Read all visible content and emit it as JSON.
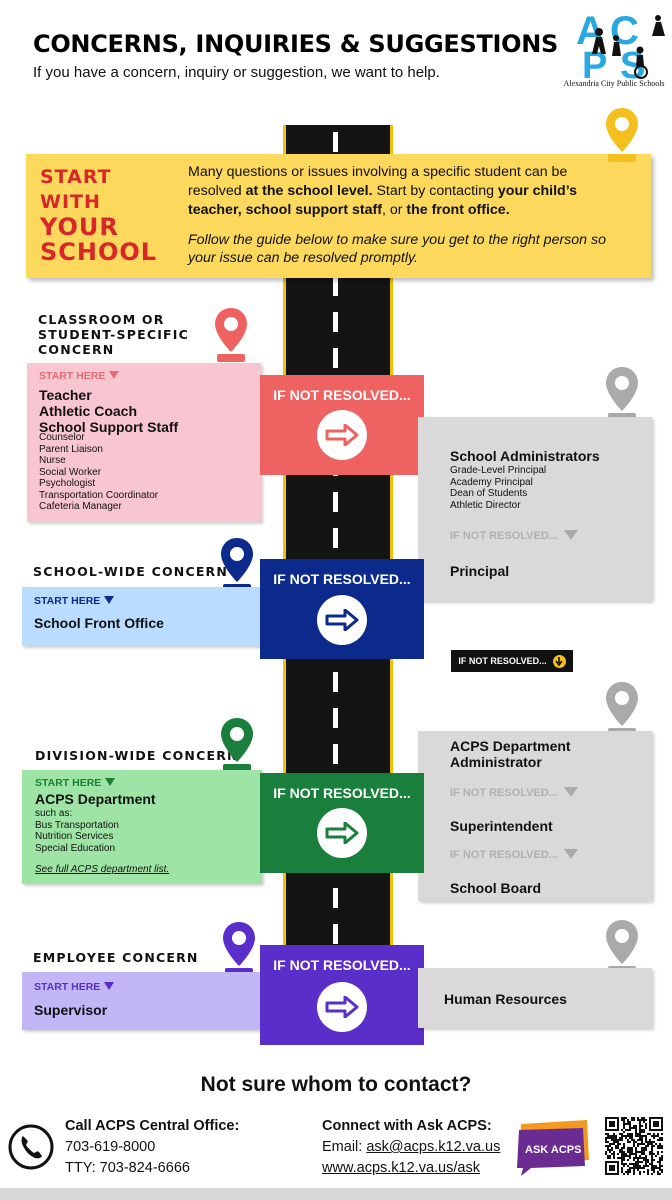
{
  "header": {
    "title": "CONCERNS, INQUIRIES & SUGGESTIONS",
    "subtitle": "If you have a concern, inquiry or suggestion, we want to help."
  },
  "logo": {
    "letters": [
      "A",
      "C",
      "P",
      "S"
    ],
    "caption": "Alexandria City Public Schools"
  },
  "start": {
    "heading": [
      "START",
      "WITH",
      "YOUR",
      "SCHOOL"
    ],
    "body_parts": [
      "Many questions or issues involving a specific student can be resolved ",
      "at the school level.",
      " Start by contacting ",
      "your child’s teacher, school support staff",
      ", or ",
      "the front office."
    ],
    "italic": "Follow the guide below to make sure you get to the right person so your issue can be resolved promptly."
  },
  "start_here_label": "START HERE",
  "if_not_resolved": "IF NOT RESOLVED...",
  "if_not_resolved_gray": "IF NOT RESOLVED...",
  "sections": {
    "classroom": {
      "category": [
        "CLASSROOM OR",
        "STUDENT-SPECIFIC",
        "CONCERN"
      ],
      "primary": [
        "Teacher",
        "Athletic Coach",
        "School Support Staff"
      ],
      "secondary": [
        "Counselor",
        "Parent Liaison",
        "Nurse",
        "Social Worker",
        "Psychologist",
        "Transportation Coordinator",
        "Cafeteria Manager"
      ],
      "right_title": "School Administrators",
      "right_items": [
        "Grade-Level Principal",
        "Academy Principal",
        "Dean of Students",
        "Athletic Director"
      ],
      "right_final": "Principal"
    },
    "school_wide": {
      "category": "SCHOOL-WIDE CONCERN",
      "primary": "School Front Office",
      "black_badge": "IF NOT RESOLVED..."
    },
    "division": {
      "category": "DIVISION-WIDE CONCERN",
      "primary": "ACPS Department",
      "such_as": "such as:",
      "secondary": [
        "Bus Transportation",
        "Nutrition Services",
        "Special Education"
      ],
      "link": "See full ACPS department list.",
      "right_steps": [
        "ACPS Department",
        "Administrator",
        "Superintendent",
        "School Board"
      ]
    },
    "employee": {
      "category": "EMPLOYEE CONCERN",
      "primary": "Supervisor",
      "right": "Human Resources"
    }
  },
  "footer": {
    "question": "Not sure whom to contact?",
    "call_title": "Call ACPS Central Office:",
    "phone": "703-619-8000",
    "tty": "TTY: 703-824-6666",
    "ask_title": "Connect with Ask ACPS:",
    "email_label": "Email: ",
    "email": "ask@acps.k12.va.us",
    "url": "www.acps.k12.va.us/ask",
    "badge": "ASK ACPS"
  },
  "colors": {
    "red": "#ef6262",
    "pink": "#f8c6d0",
    "navy": "#0b2a8c",
    "lightblue": "#b9dcff",
    "green": "#1a7f3c",
    "lightgreen": "#9ee5a5",
    "purple": "#5a2fc9",
    "lavender": "#c2b6f7",
    "gray": "#d9d9d9",
    "yellow": "#fcd85c"
  }
}
